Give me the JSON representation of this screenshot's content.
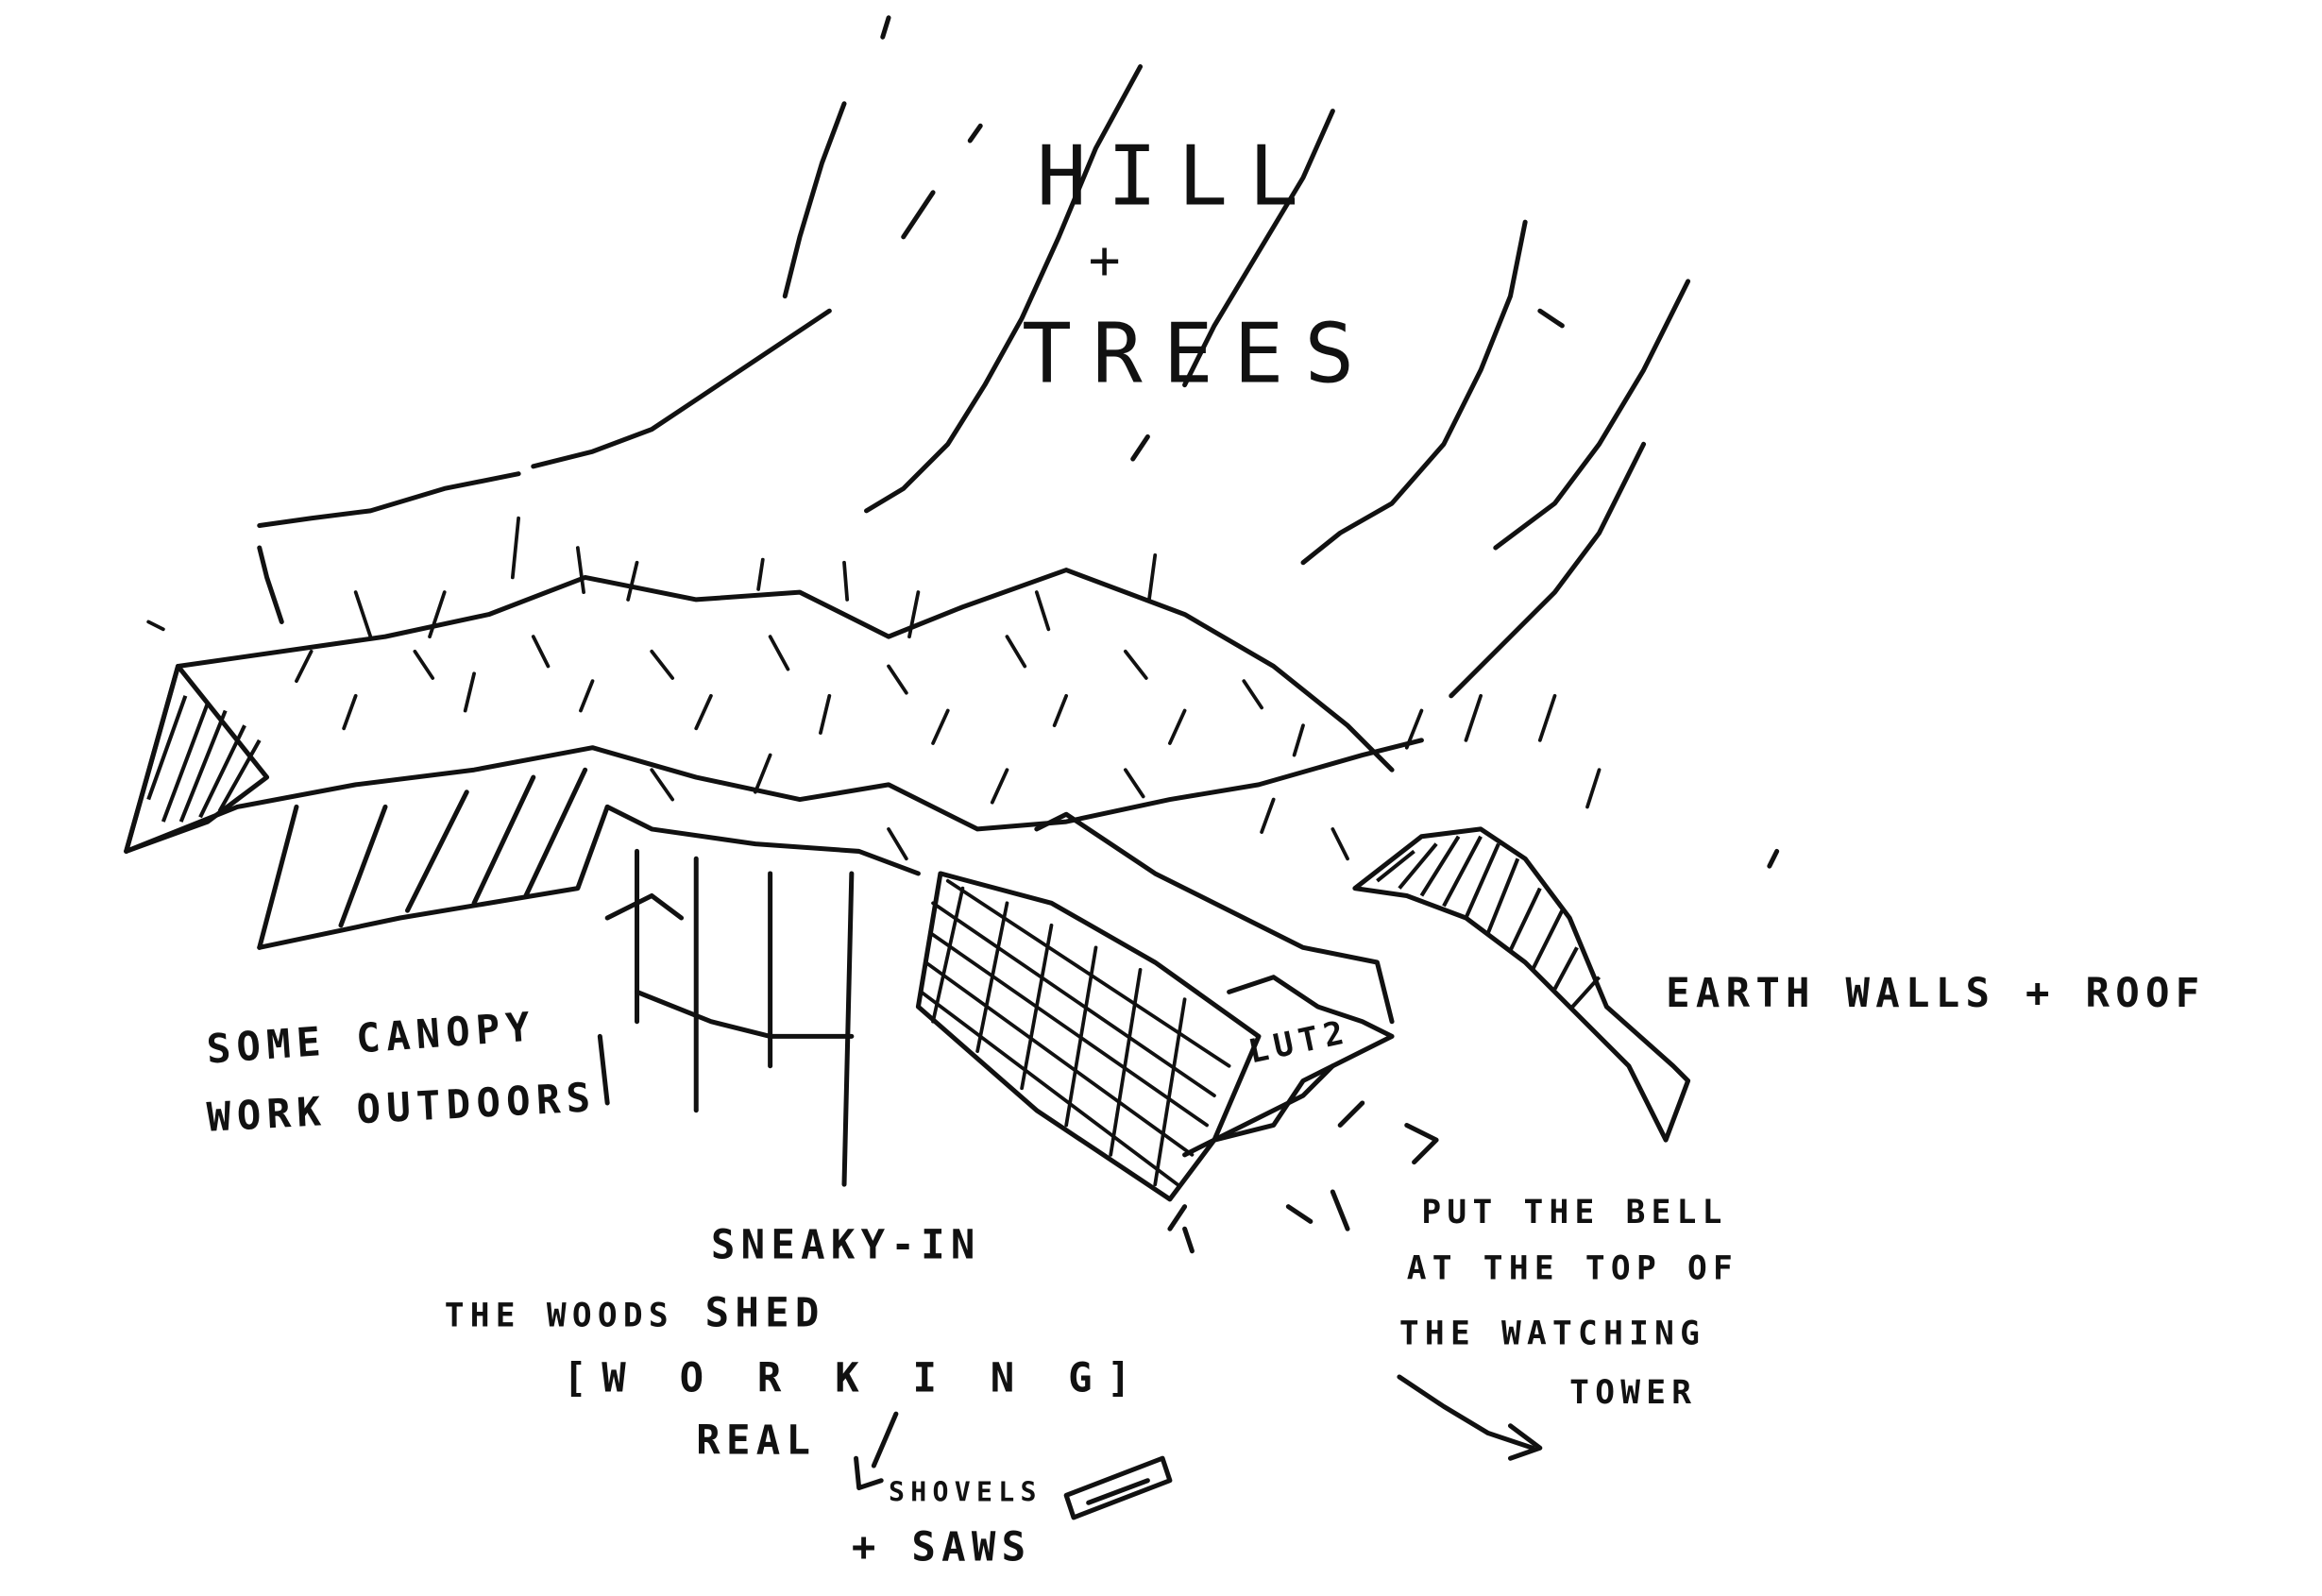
{
  "labels": {
    "hill": "HILL",
    "plus": "+",
    "trees": "TREES",
    "earth": "EARTH WALLS + ROOF",
    "canopy_1": "SOME CANOPY",
    "canopy_2": "WORK OUTDOORS",
    "sneaky": "SNEAKY-IN",
    "woods": "THE WOODS",
    "shed": "SHED",
    "working": "[W O R K I N G]",
    "real": "REAL",
    "shovels": "SHOVELS",
    "saws": "+ SAWS",
    "bell_1": "PUT THE BELL",
    "bell_2": "AT THE TOP OF",
    "bell_3": "THE WATCHING",
    "bell_4": "TOWER",
    "lut": "LUT2"
  },
  "colors": {
    "ink": "#111111",
    "paper": "#ffffff"
  }
}
